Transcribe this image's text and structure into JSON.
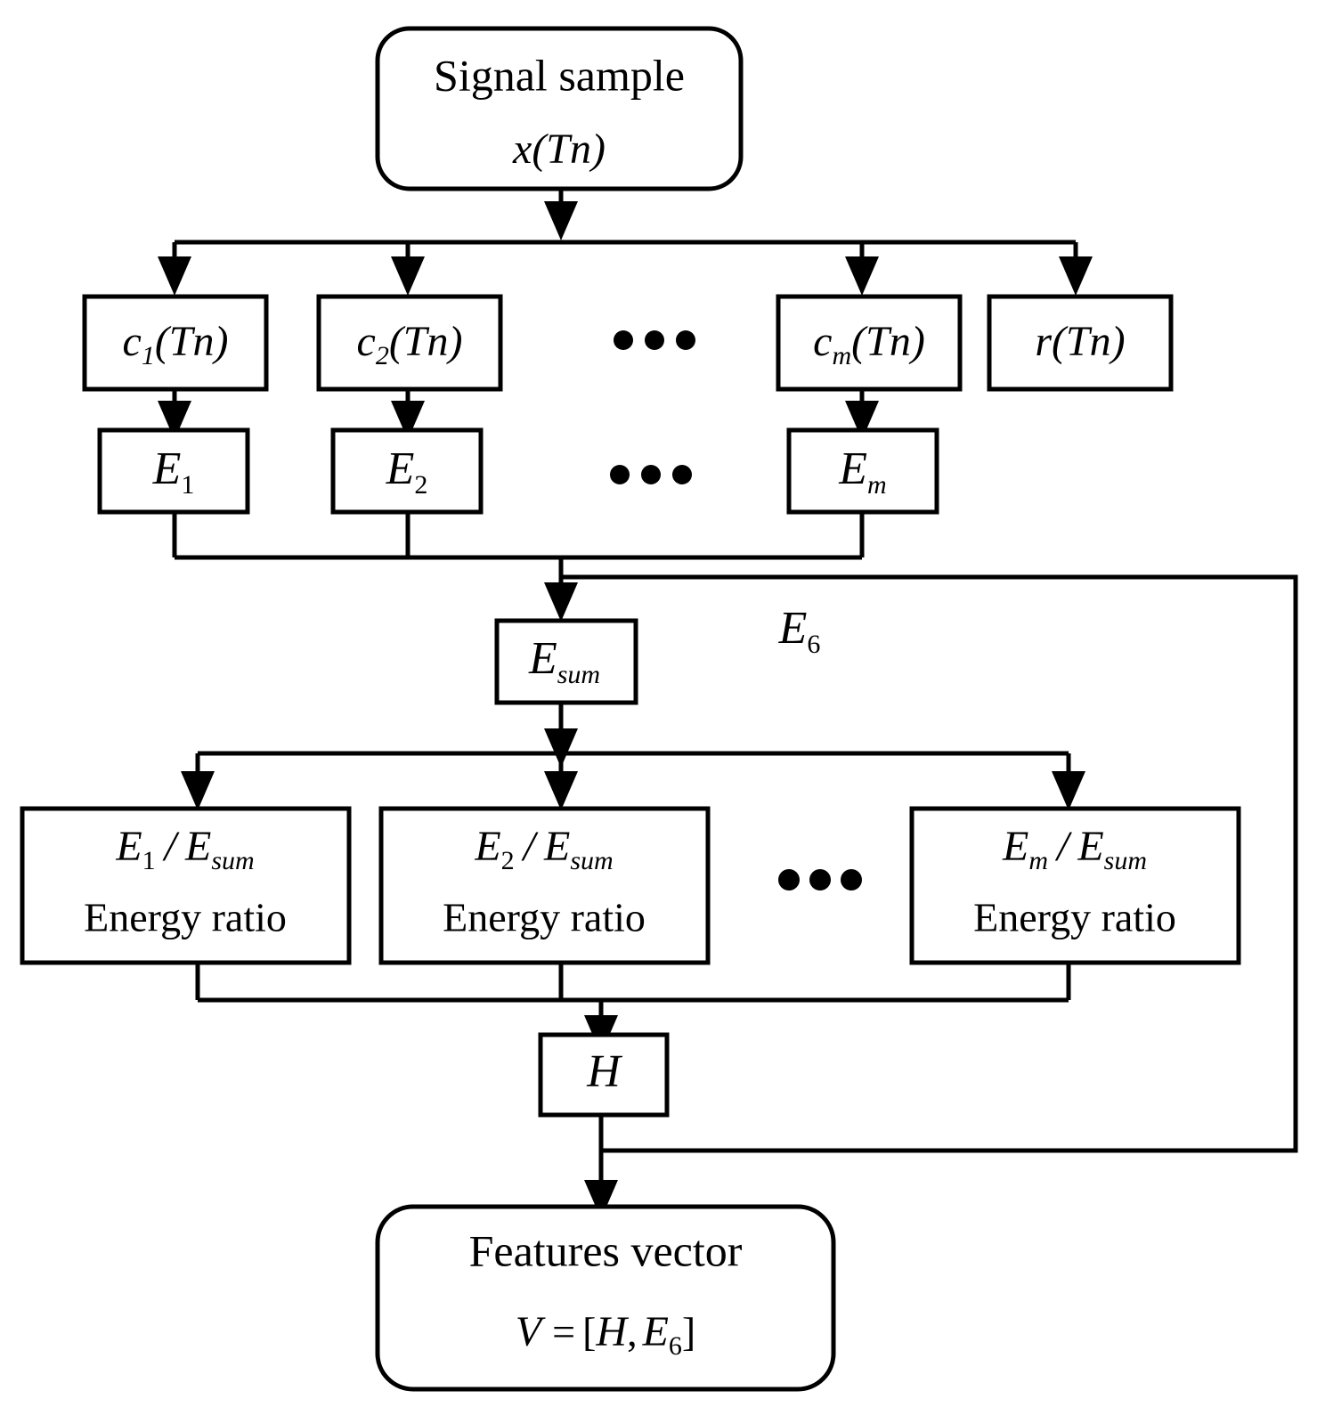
{
  "diagram": {
    "title": "Signal feature extraction flowchart",
    "colors": {
      "stroke": "#000000",
      "fill": "#ffffff",
      "text": "#000000"
    },
    "nodes": {
      "signal_sample": {
        "line1": "Signal sample",
        "line2_var": "x",
        "line2_paren_open": "(",
        "line2_T": "T",
        "line2_n": "n",
        "line2_paren_close": ")"
      },
      "c1": {
        "base": "c",
        "sub": "1",
        "arg": "(Tn)"
      },
      "c2": {
        "base": "c",
        "sub": "2",
        "arg": "(Tn)"
      },
      "cm": {
        "base": "c",
        "sub": "m",
        "arg": "(Tn)"
      },
      "r": {
        "base": "r",
        "arg": "(Tn)"
      },
      "e1": {
        "base": "E",
        "sub": "1"
      },
      "e2": {
        "base": "E",
        "sub": "2"
      },
      "em": {
        "base": "E",
        "sub": "m"
      },
      "esum": {
        "base": "E",
        "sub": "sum"
      },
      "e6_label": {
        "base": "E",
        "sub": "6"
      },
      "ratio1": {
        "num_base": "E",
        "num_sub": "1",
        "slash": "/",
        "den_base": "E",
        "den_sub": "sum",
        "label": "Energy ratio"
      },
      "ratio2": {
        "num_base": "E",
        "num_sub": "2",
        "slash": "/",
        "den_base": "E",
        "den_sub": "sum",
        "label": "Energy ratio"
      },
      "ratiom": {
        "num_base": "E",
        "num_sub": "m",
        "slash": "/",
        "den_base": "E",
        "den_sub": "sum",
        "label": "Energy ratio"
      },
      "h": {
        "base": "H"
      },
      "features_vector": {
        "line1": "Features vector",
        "v": "V",
        "eq": "=",
        "bracket_open": "[",
        "h": "H",
        "comma": ",",
        "e": "E",
        "e_sub": "6",
        "bracket_close": "]"
      }
    },
    "ellipses": {
      "row_c": "• • •",
      "row_e": "• • •",
      "row_ratio": "• • •"
    }
  }
}
